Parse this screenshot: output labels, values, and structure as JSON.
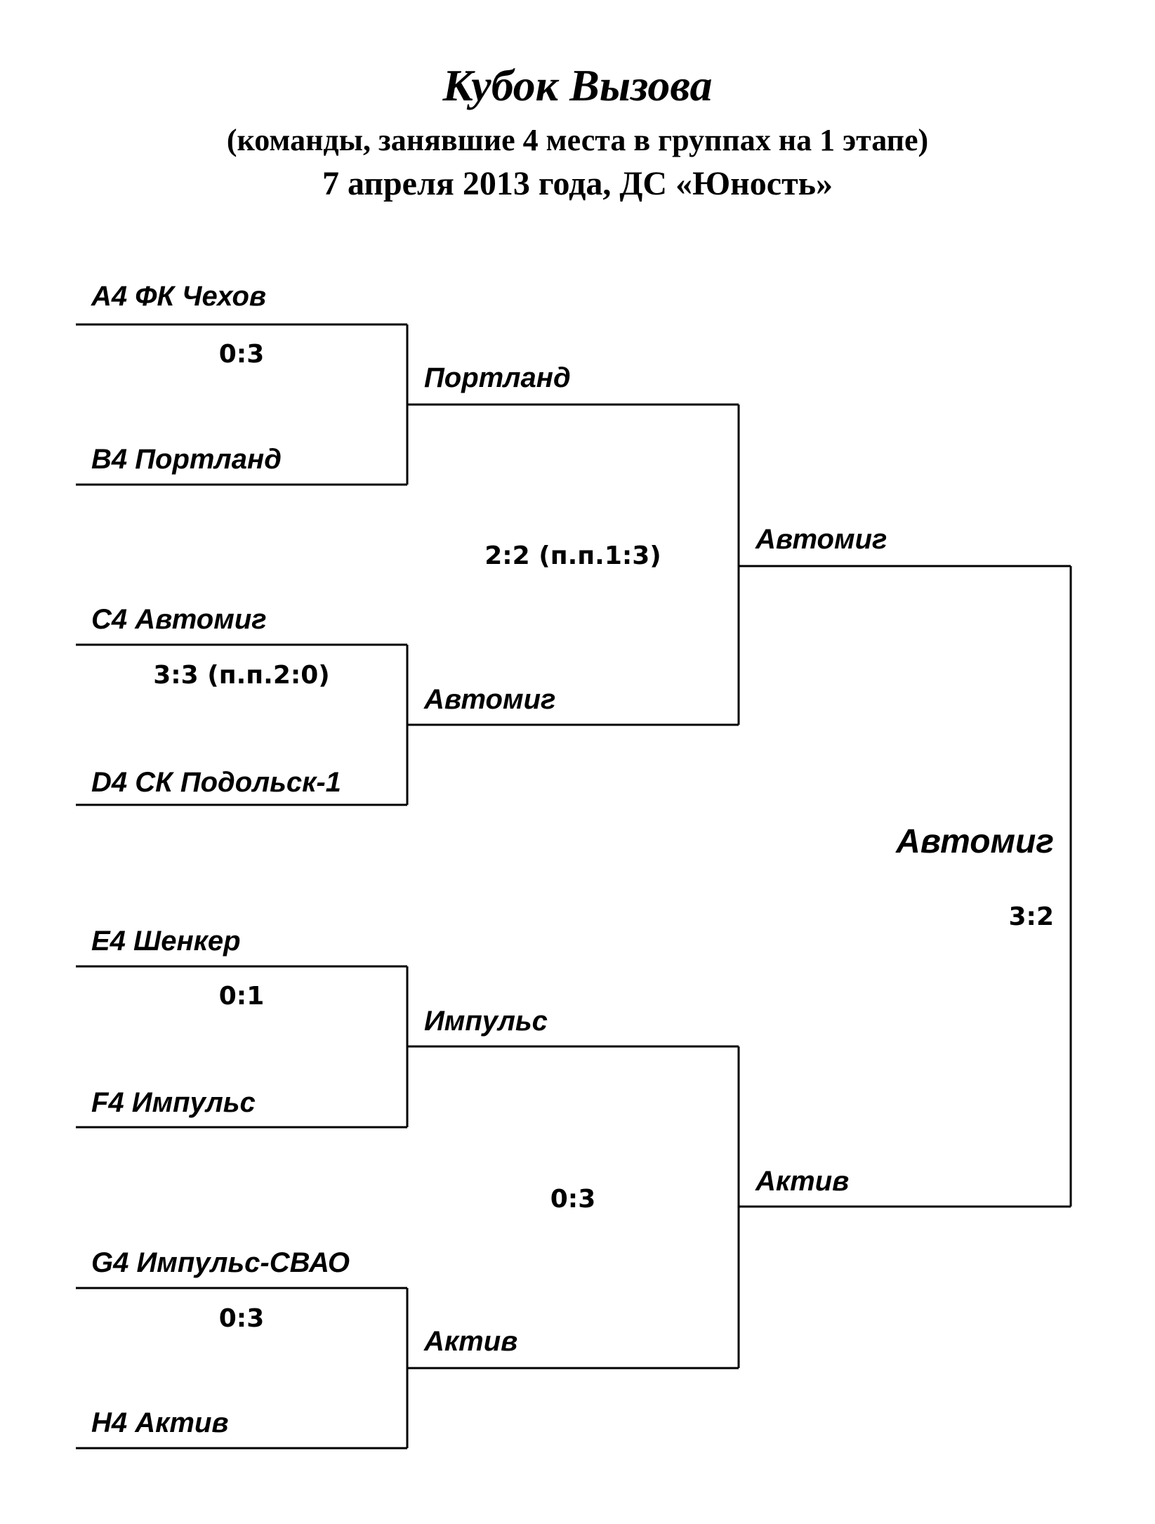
{
  "header": {
    "title": "Кубок Вызова",
    "subtitle": "(команды, занявшие 4 места в группах на 1 этапе)",
    "dateline": "7 апреля 2013 года, ДС «Юность»"
  },
  "round1": [
    {
      "team_top": "A4 ФК Чехов",
      "team_bottom": "B4 Портланд",
      "score": "0:3",
      "winner": "Портланд"
    },
    {
      "team_top": "C4 Автомиг",
      "team_bottom": "D4 СК Подольск-1",
      "score": "3:3 (п.п.2:0)",
      "winner": "Автомиг"
    },
    {
      "team_top": "E4 Шенкер",
      "team_bottom": "F4 Импульс",
      "score": "0:1",
      "winner": "Импульс"
    },
    {
      "team_top": "G4 Импульс-СВАО",
      "team_bottom": "H4 Актив",
      "score": "0:3",
      "winner": "Актив"
    }
  ],
  "semifinals": [
    {
      "score": "2:2 (п.п.1:3)",
      "winner": "Автомиг"
    },
    {
      "score": "0:3",
      "winner": "Актив"
    }
  ],
  "final": {
    "score": "3:2",
    "winner": "Автомиг"
  }
}
